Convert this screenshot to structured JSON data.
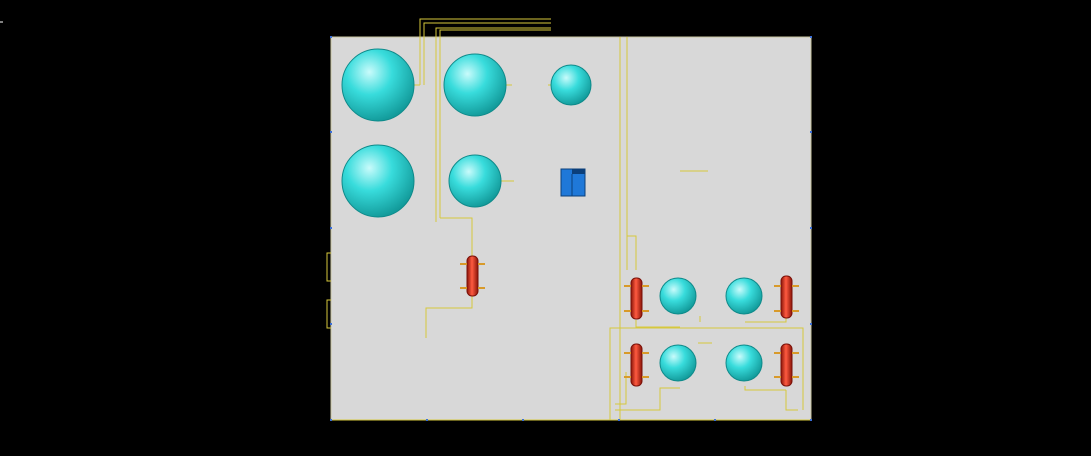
{
  "colors": {
    "background": "#000000",
    "panel": "#d8d8d8",
    "panel_border": "#c8c4a0",
    "pipe": "#d6c83c",
    "tank_light": "#c9fbfb",
    "tank_mid": "#38dcdc",
    "tank_dark": "#129a9a",
    "vessel": "#e03020",
    "vessel_dark": "#8a1408",
    "nozzle": "#d89a2a",
    "cabinet": "#1f78d8",
    "cabinet_dark": "#0b3f7a",
    "marker": "#3a6ed8"
  },
  "diagram": {
    "tanks": [
      "tank",
      "tank",
      "tank",
      "tank",
      "tank",
      "tank",
      "tank",
      "tank",
      "tank"
    ],
    "vessels": [
      "vessel",
      "vessel",
      "vessel",
      "vessel",
      "vessel"
    ],
    "cabinet": "control-cabinet"
  }
}
